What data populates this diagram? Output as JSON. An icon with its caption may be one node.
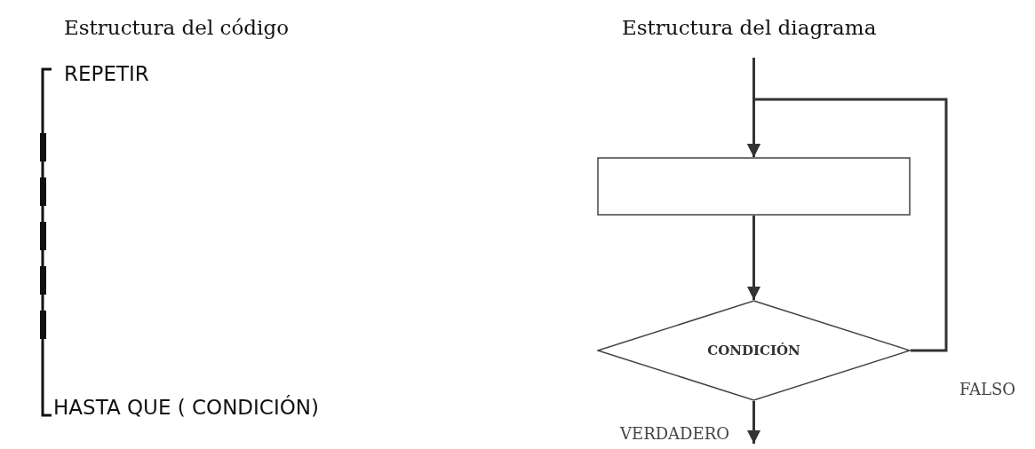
{
  "diagram": {
    "nodes": [
      {
        "text": [],
        "shape": "box"
      },
      {
        "text": [
          "CONDICIÓN"
        ]
      }
    ],
    "edges": [
      {
        "from": null,
        "to": 0,
        "arrow": "to"
      },
      {
        "from": 0,
        "to": 1,
        "arrow": "to"
      },
      {
        "from": 1,
        "to": 0,
        "arrow": "to",
        "label": "FALSO"
      },
      {
        "from": 1,
        "to": null,
        "arrow": "to",
        "label": "VERDADERO"
      }
    ],
    "labels": [
      "Estructura del código",
      "Estructura del diagrama",
      "REPETIR",
      "HASTA QUE ( CONDICIÓN)"
    ]
  }
}
